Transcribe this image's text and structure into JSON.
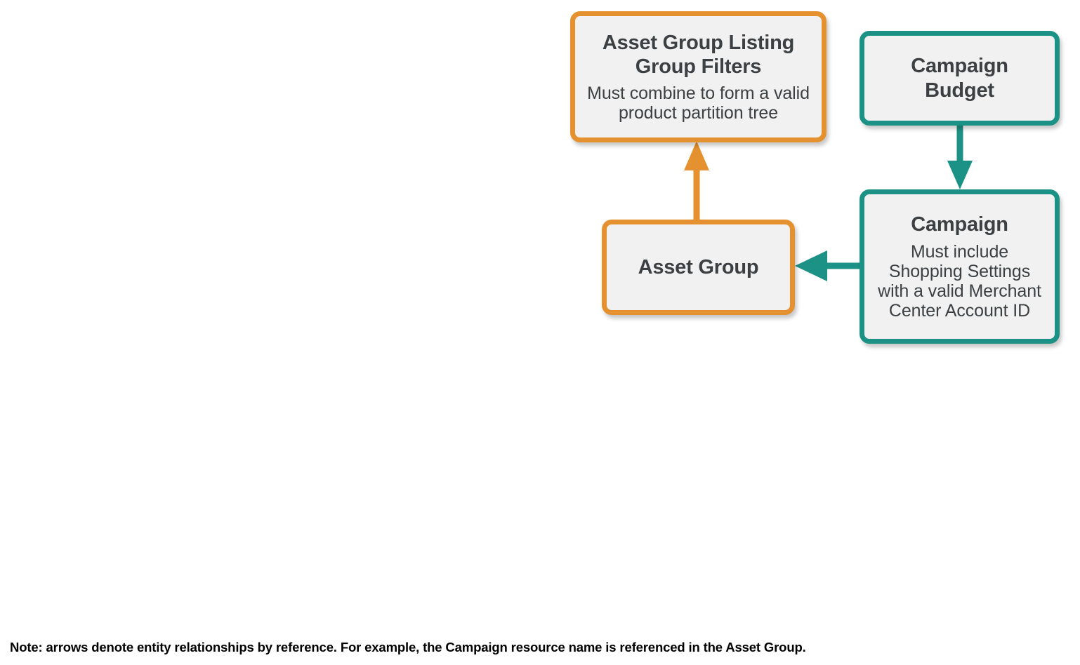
{
  "diagram": {
    "type": "entity-relationship",
    "background_color": "#ffffff",
    "palette": {
      "orange": "#e5912f",
      "teal": "#1b9285",
      "node_fill": "#f1f1f1",
      "text": "#3c4043",
      "note_text": "#000000"
    },
    "nodes": [
      {
        "id": "asset-group-listing-group-filters",
        "title": "Asset Group Listing\nGroup Filters",
        "subtitle": "Must combine to form a valid\nproduct partition tree",
        "accent": "orange"
      },
      {
        "id": "campaign-budget",
        "title": "Campaign\nBudget",
        "subtitle": "",
        "accent": "teal"
      },
      {
        "id": "asset-group",
        "title": "Asset Group",
        "subtitle": "",
        "accent": "orange"
      },
      {
        "id": "campaign",
        "title": "Campaign",
        "subtitle": "Must include\nShopping Settings\nwith a valid Merchant\nCenter Account ID",
        "accent": "teal"
      }
    ],
    "edges": [
      {
        "id": "asset-group-to-listing-group-filters",
        "from": "asset-group",
        "to": "asset-group-listing-group-filters",
        "direction": "up",
        "color": "orange"
      },
      {
        "id": "campaign-budget-to-campaign",
        "from": "campaign-budget",
        "to": "campaign",
        "direction": "down",
        "color": "teal"
      },
      {
        "id": "campaign-to-asset-group",
        "from": "campaign",
        "to": "asset-group",
        "direction": "left",
        "color": "teal"
      }
    ],
    "note": "Note: arrows denote entity relationships by reference. For example, the Campaign resource name is referenced in the Asset Group."
  }
}
